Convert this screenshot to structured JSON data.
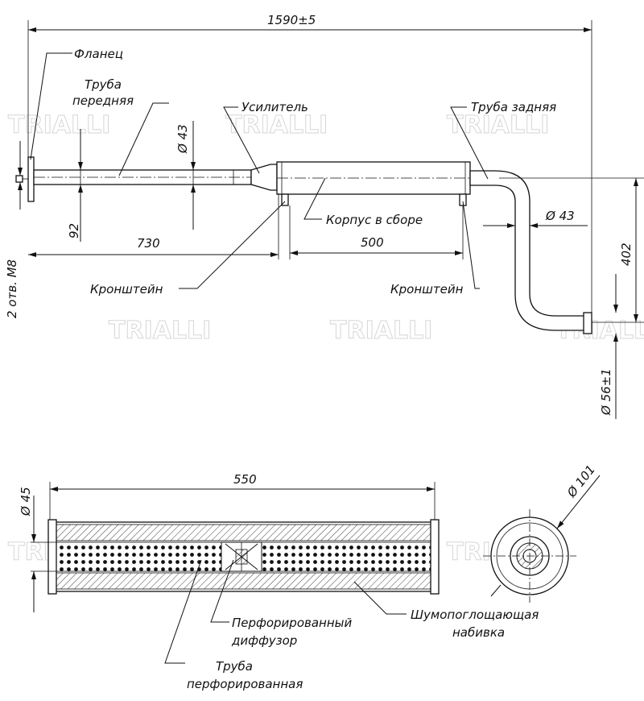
{
  "watermark": "TRIALLI",
  "top_view": {
    "labels": {
      "flange": "Фланец",
      "front_pipe_line1": "Труба",
      "front_pipe_line2": "передняя",
      "reinforcer": "Усилитель",
      "rear_pipe": "Труба задняя",
      "housing": "Корпус в сборе",
      "bracket_left": "Кронштейн",
      "bracket_right": "Кронштейн",
      "holes": "2 отв. М8"
    },
    "dimensions": {
      "overall_length": "1590±5",
      "front_pipe_diameter": "Ø 43",
      "rear_pipe_diameter": "Ø 43",
      "flange_offset": "92",
      "front_section_length": "730",
      "housing_length": "500",
      "rear_drop": "402",
      "outlet_diameter": "Ø 56±1"
    }
  },
  "section_view": {
    "labels": {
      "perforated_diffuser_line1": "Перфорированный",
      "perforated_diffuser_line2": "диффузор",
      "perforated_pipe_line1": "Труба",
      "perforated_pipe_line2": "перфорированная",
      "packing_line1": "Шумопоглощающая",
      "packing_line2": "набивка"
    },
    "dimensions": {
      "length": "550",
      "pipe_diameter": "Ø 45",
      "body_diameter": "Ø 101"
    }
  }
}
